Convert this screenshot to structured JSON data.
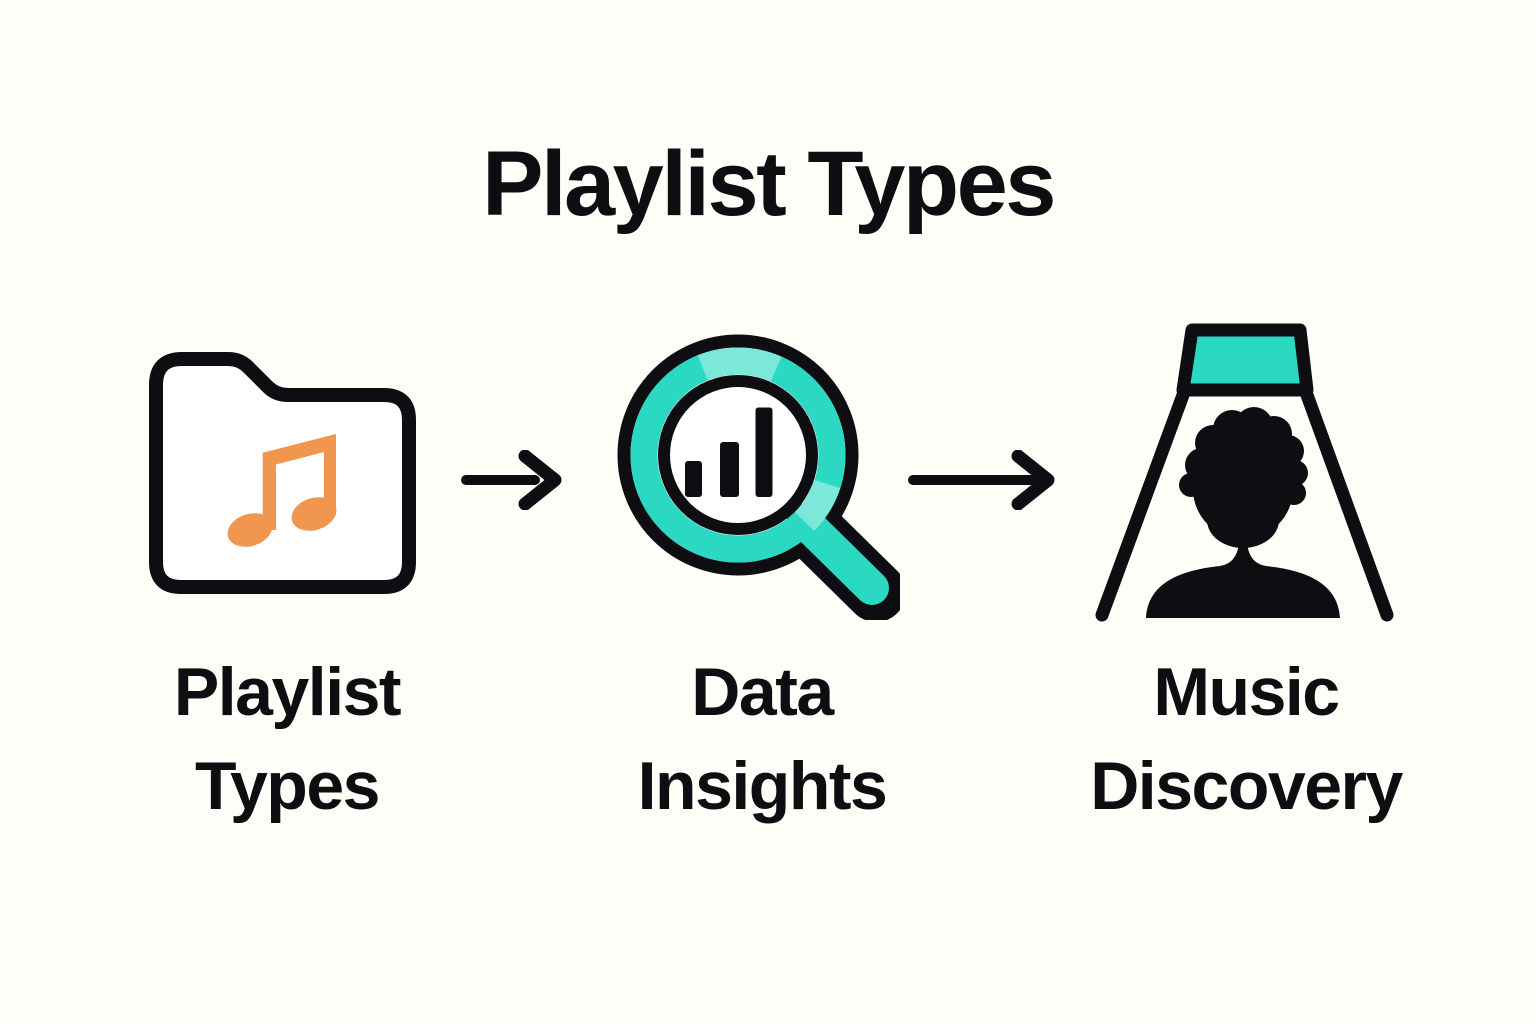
{
  "title": "Playlist Types",
  "background_color": "#FFFEF8",
  "palette": {
    "ink": "#0E0E12",
    "orange": "#F0964F",
    "teal": "#2BD9C3",
    "teal_highlight": "#7CE8D9",
    "white": "#FFFFFF"
  },
  "flow": {
    "steps": [
      {
        "id": "playlist-types",
        "icon": "music-folder-icon",
        "icon_description": "folder outline containing an orange beamed music note",
        "label_lines": [
          "Playlist",
          "Types"
        ]
      },
      {
        "id": "data-insights",
        "icon": "magnifier-bar-chart-icon",
        "icon_description": "teal magnifying glass over a rising three-bar chart",
        "label_lines": [
          "Data",
          "Insights"
        ]
      },
      {
        "id": "music-discovery",
        "icon": "spotlight-person-icon",
        "icon_description": "teal spotlight shining down on a person silhouette",
        "label_lines": [
          "Music",
          "Discovery"
        ]
      }
    ],
    "connectors": [
      {
        "id": "arrow-1",
        "type": "arrow",
        "direction": "right"
      },
      {
        "id": "arrow-2",
        "type": "arrow",
        "direction": "right"
      }
    ]
  }
}
